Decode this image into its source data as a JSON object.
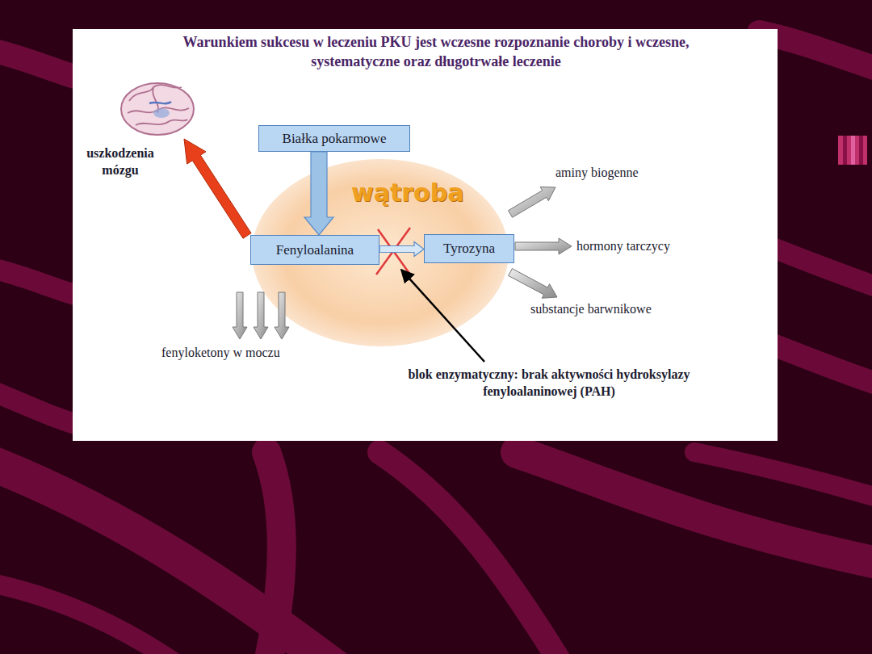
{
  "diagram": {
    "title": "Warunkiem sukcesu w leczeniu PKU jest wczesne rozpoznanie choroby i wczesne, systematyczne oraz długotrwałe leczenie",
    "nodes": [
      {
        "text": [
          "Białka pokarmowe"
        ]
      },
      {
        "text": [
          "wątroba"
        ]
      },
      {
        "text": [
          "Fenyloalanina"
        ],
        "in": 1
      },
      {
        "text": [
          "Tyrozyna"
        ],
        "in": 1
      }
    ],
    "edges": [
      {
        "from": 0,
        "to": 2,
        "arrow": "to"
      },
      {
        "from": 2,
        "to": 3,
        "arrow": "to"
      }
    ],
    "labels": [
      "uszkodzenia mózgu",
      "aminy biogenne",
      "hormony tarczycy",
      "substancje barwnikowe",
      "fenyloketony w moczu",
      "blok enzymatyczny: brak aktywności hydroksylazy fenyloalaninowej (PAH)"
    ]
  }
}
